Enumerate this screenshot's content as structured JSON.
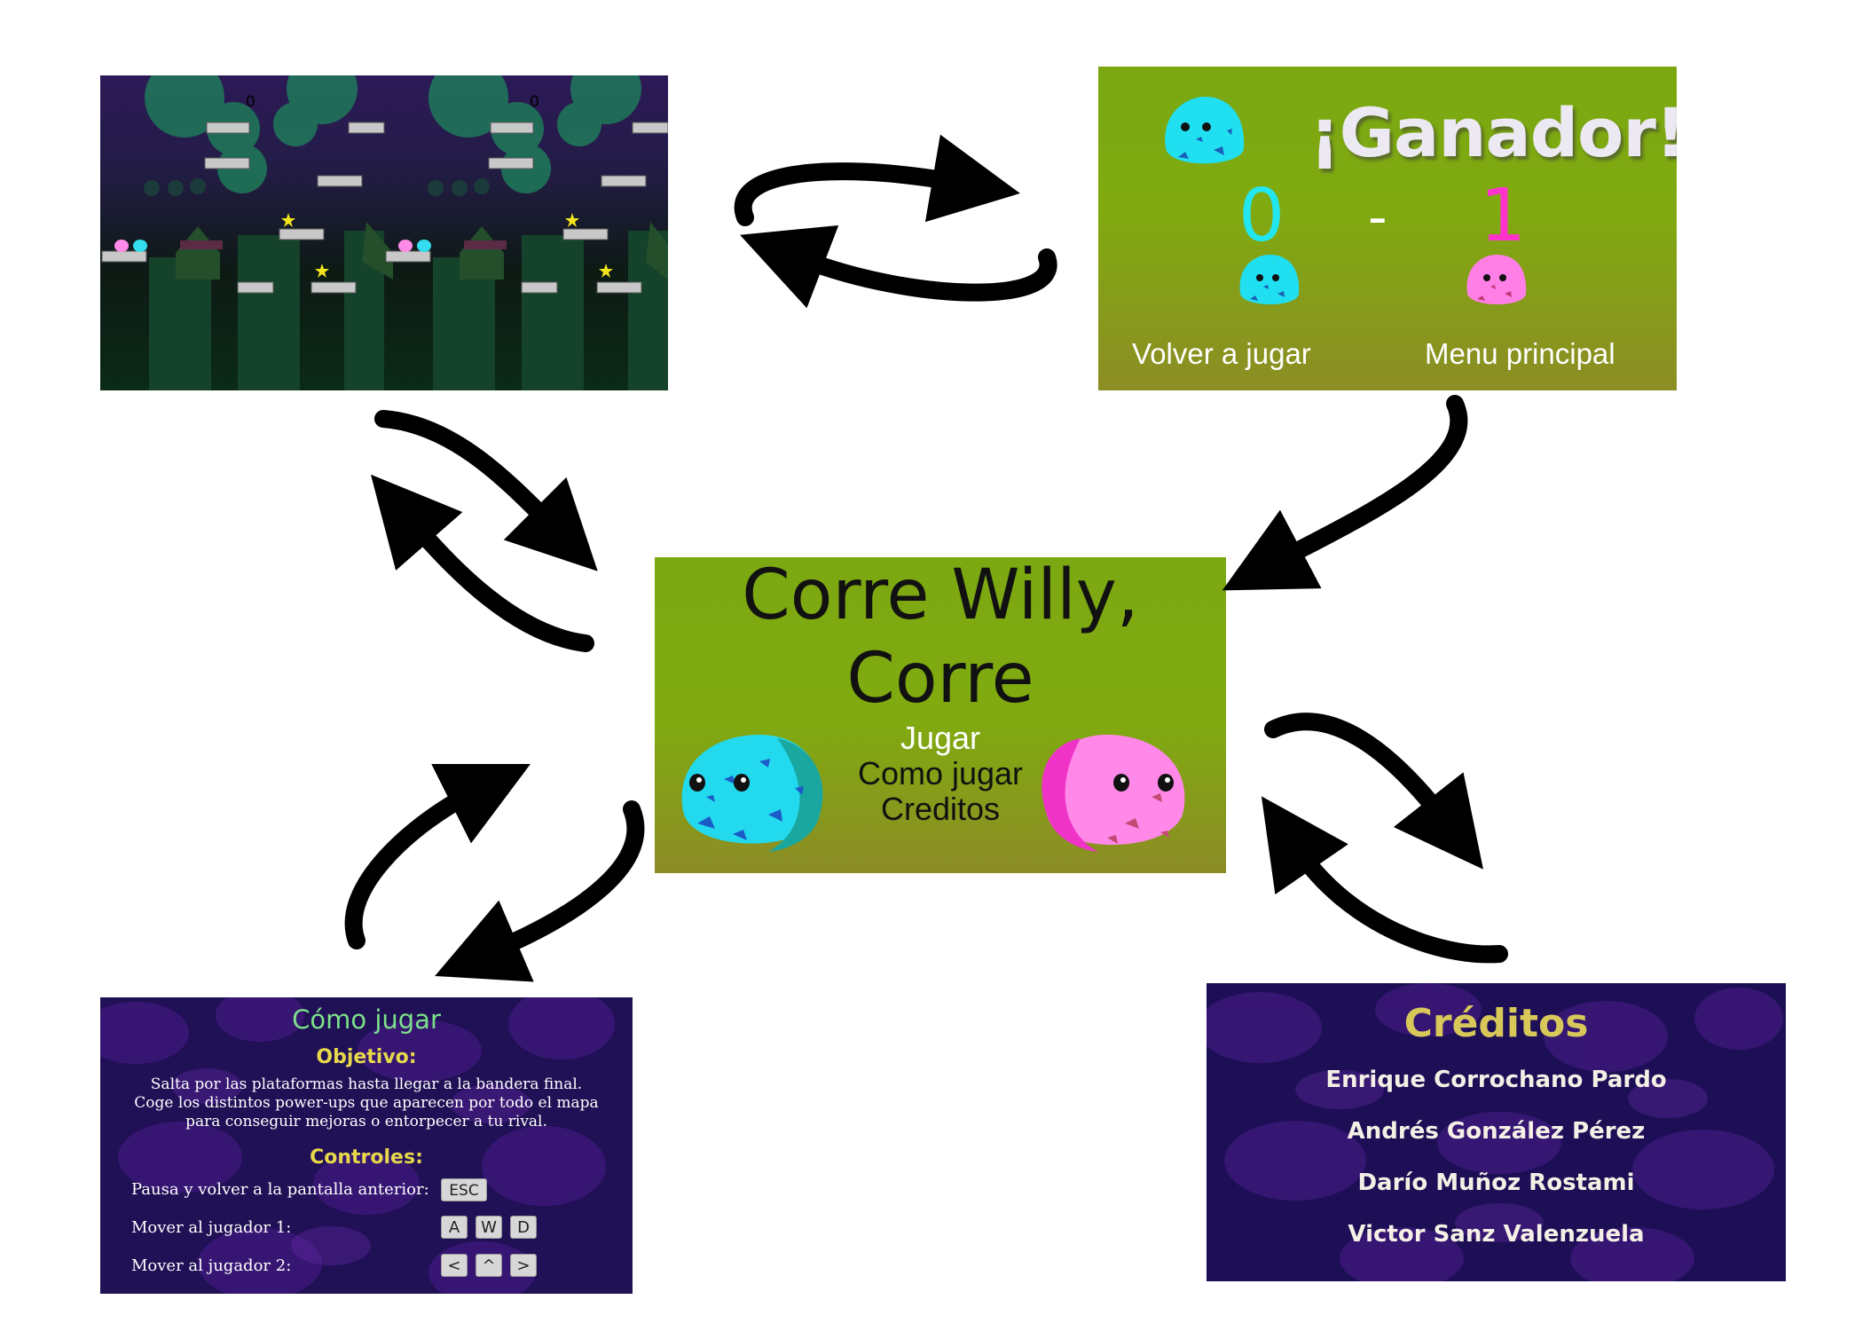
{
  "game_screen": {
    "scores": [
      "0",
      "0"
    ],
    "colors": {
      "p1": "#33ddee",
      "p2": "#ff66dd"
    }
  },
  "winner_screen": {
    "title": "¡Ganador!",
    "score_p1": "0",
    "separator": "-",
    "score_p2": "1",
    "option_replay": "Volver a jugar",
    "option_menu": "Menu principal",
    "colors": {
      "p1": "#22e6f0",
      "p2": "#ff33cc",
      "bg": "#80aa10"
    }
  },
  "main_menu": {
    "title_line1": "Corre Willy,",
    "title_line2": "Corre",
    "options": [
      "Jugar",
      "Como jugar",
      "Creditos"
    ]
  },
  "howto_screen": {
    "title": "Cómo jugar",
    "objective_heading": "Objetivo:",
    "objective_lines": [
      "Salta por las plataformas hasta llegar a la bandera final.",
      "Coge los distintos power-ups que aparecen  por todo el mapa",
      "para conseguir mejoras o entorpecer a tu rival."
    ],
    "controls_heading": "Controles:",
    "controls": [
      {
        "label": "Pausa y volver a la pantalla anterior:",
        "keys": [
          "ESC"
        ]
      },
      {
        "label": "Mover al jugador 1:",
        "keys": [
          "A",
          "W",
          "D"
        ]
      },
      {
        "label": "Mover al jugador 2:",
        "keys": [
          "<",
          "^",
          ">"
        ]
      }
    ],
    "colors": {
      "title": "#7ce08a",
      "headings": "#e6d84a"
    }
  },
  "credits_screen": {
    "title": "Créditos",
    "names": [
      "Enrique Corrochano Pardo",
      "Andrés González Pérez",
      "Darío Muñoz Rostami",
      "Victor Sanz Valenzuela"
    ],
    "colors": {
      "title": "#d8c85a"
    }
  }
}
